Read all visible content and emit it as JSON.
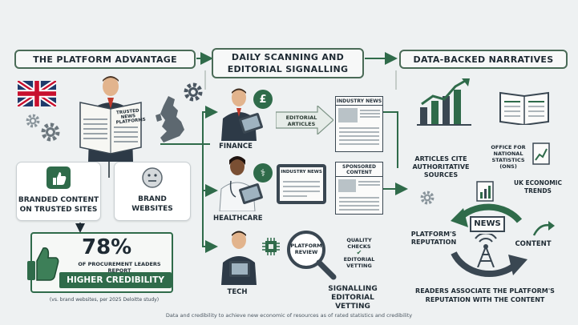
{
  "panels": {
    "left_title": "THE PLATFORM ADVANTAGE",
    "mid_title_line1": "DAILY SCANNING AND",
    "mid_title_line2": "EDITORIAL SIGNALLING",
    "right_title": "DATA-BACKED NARRATIVES"
  },
  "left": {
    "newspaper_headline": "TRUSTED NEWS PLATFORMS",
    "branded_line1": "BRANDED CONTENT",
    "branded_line2": "ON TRUSTED SITES",
    "brand_line1": "BRAND",
    "brand_line2": "WEBSITES",
    "stat_value": "78%",
    "stat_text": "OF PROCUREMENT LEADERS REPORT",
    "stat_emphasis": "HIGHER CREDIBILITY",
    "footnote": "(vs. brand websites, per 2025 Deloitte study)"
  },
  "middle": {
    "finance_label": "FINANCE",
    "healthcare_label": "HEALTHCARE",
    "tech_label": "TECH",
    "finance_arrow_line1": "EDITORIAL",
    "finance_arrow_line2": "ARTICLES",
    "finance_paper": "INDUSTRY NEWS",
    "health_tablet": "INDUSTRY NEWS",
    "health_paper_line1": "SPONSORED",
    "health_paper_line2": "CONTENT",
    "magnifier_line1": "PLATFORM",
    "magnifier_line2": "REVIEW",
    "checks_line1": "QUALITY",
    "checks_line2": "CHECKS",
    "checks_line3": "EDITORIAL",
    "checks_line4": "VETTING",
    "signal_line1": "SIGNALLING",
    "signal_line2": "EDITORIAL VETTING"
  },
  "right": {
    "articles_line1": "ARTICLES CITE",
    "articles_line2": "AUTHORITATIVE",
    "articles_line3": "SOURCES",
    "ons_line1": "OFFICE FOR",
    "ons_line2": "NATIONAL",
    "ons_line3": "STATISTICS",
    "ons_line4": "(ONS)",
    "uk_line1": "UK ECONOMIC",
    "uk_line2": "TRENDS",
    "reputation_line1": "PLATFORM'S",
    "reputation_line2": "REPUTATION",
    "news_sign": "NEWS",
    "content_label": "CONTENT",
    "readers_line1": "READERS ASSOCIATE THE PLATFORM'S",
    "readers_line2": "REPUTATION WITH THE CONTENT"
  },
  "footer": "Data and credibility to achieve new economic of resources as of rated statistics and credibility",
  "colors": {
    "accent": "#2f6b4a",
    "dark": "#1e2a33",
    "panel_border": "#4a6b57"
  }
}
